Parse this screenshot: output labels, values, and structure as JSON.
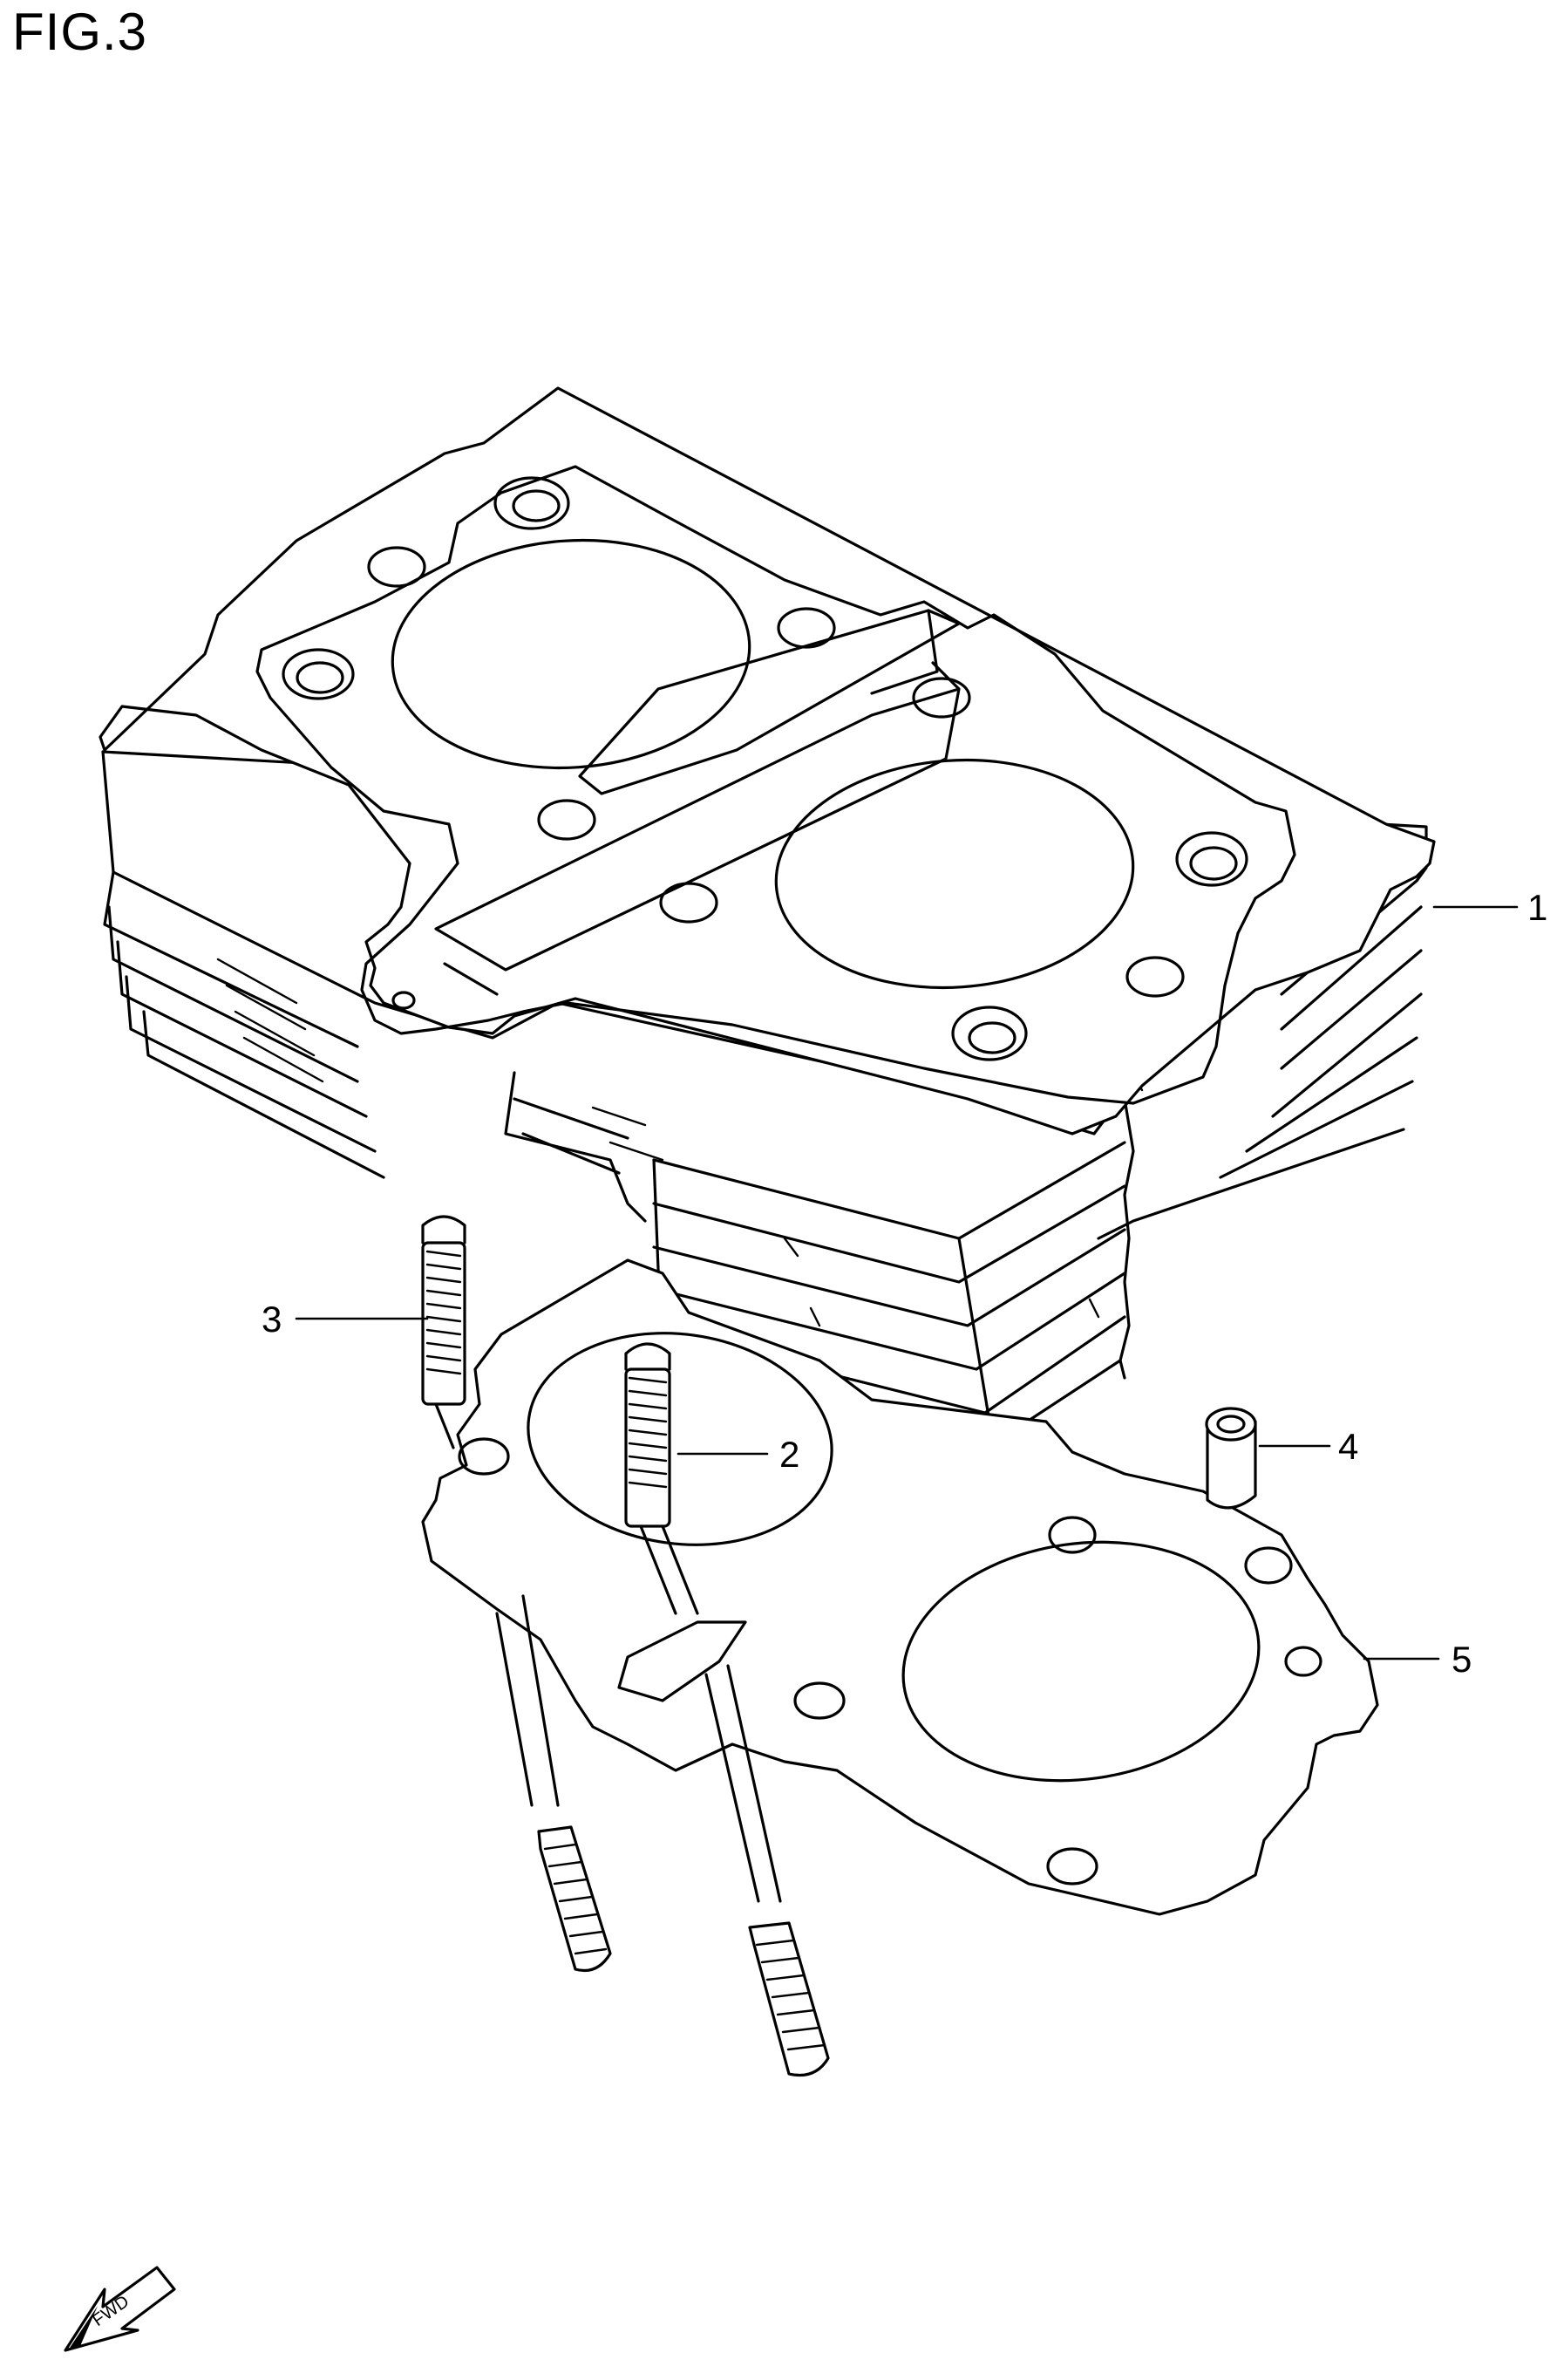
{
  "figure": {
    "title": "FIG.3",
    "fwd_label": "FWD"
  },
  "parts": [
    {
      "number": "1"
    },
    {
      "number": "2"
    },
    {
      "number": "3"
    },
    {
      "number": "4"
    },
    {
      "number": "5"
    }
  ],
  "colors": {
    "ink": "#000000",
    "paper": "#ffffff"
  }
}
